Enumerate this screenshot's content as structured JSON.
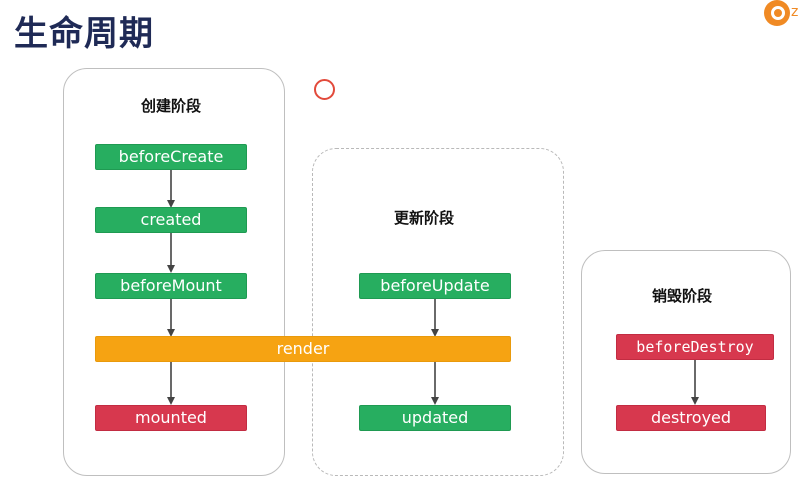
{
  "title": "生命周期",
  "stages": {
    "create": {
      "title": "创建阶段",
      "nodes": [
        "beforeCreate",
        "created",
        "beforeMount",
        "mounted"
      ]
    },
    "update": {
      "title": "更新阶段",
      "nodes": [
        "beforeUpdate",
        "updated"
      ]
    },
    "destroy": {
      "title": "销毁阶段",
      "nodes": [
        "beforeDestroy",
        "destroyed"
      ]
    }
  },
  "shared": {
    "render": "render"
  },
  "colors": {
    "hook_green": "#27ae60",
    "hook_red": "#d7384e",
    "render_orange": "#f6a312",
    "title_navy": "#1f2a56"
  }
}
